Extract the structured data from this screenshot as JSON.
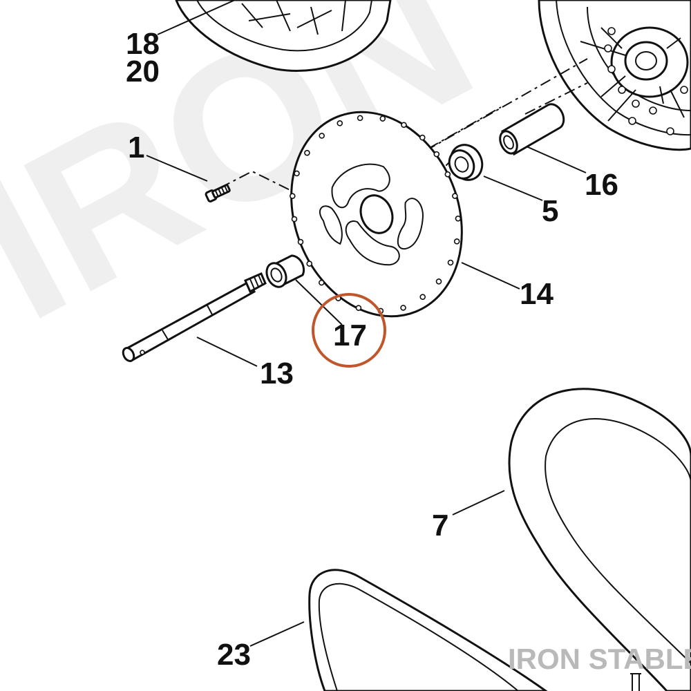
{
  "diagram": {
    "watermark": "IRON",
    "brand": "IRON STABLE",
    "highlight_color": "#c0562c",
    "line_color": "#111111",
    "labels": {
      "p18": "18",
      "p20": "20",
      "p1": "1",
      "p16": "16",
      "p5": "5",
      "p14": "14",
      "p17": "17",
      "p13": "13",
      "p7": "7",
      "p23": "23"
    },
    "highlighted_part": "17"
  }
}
